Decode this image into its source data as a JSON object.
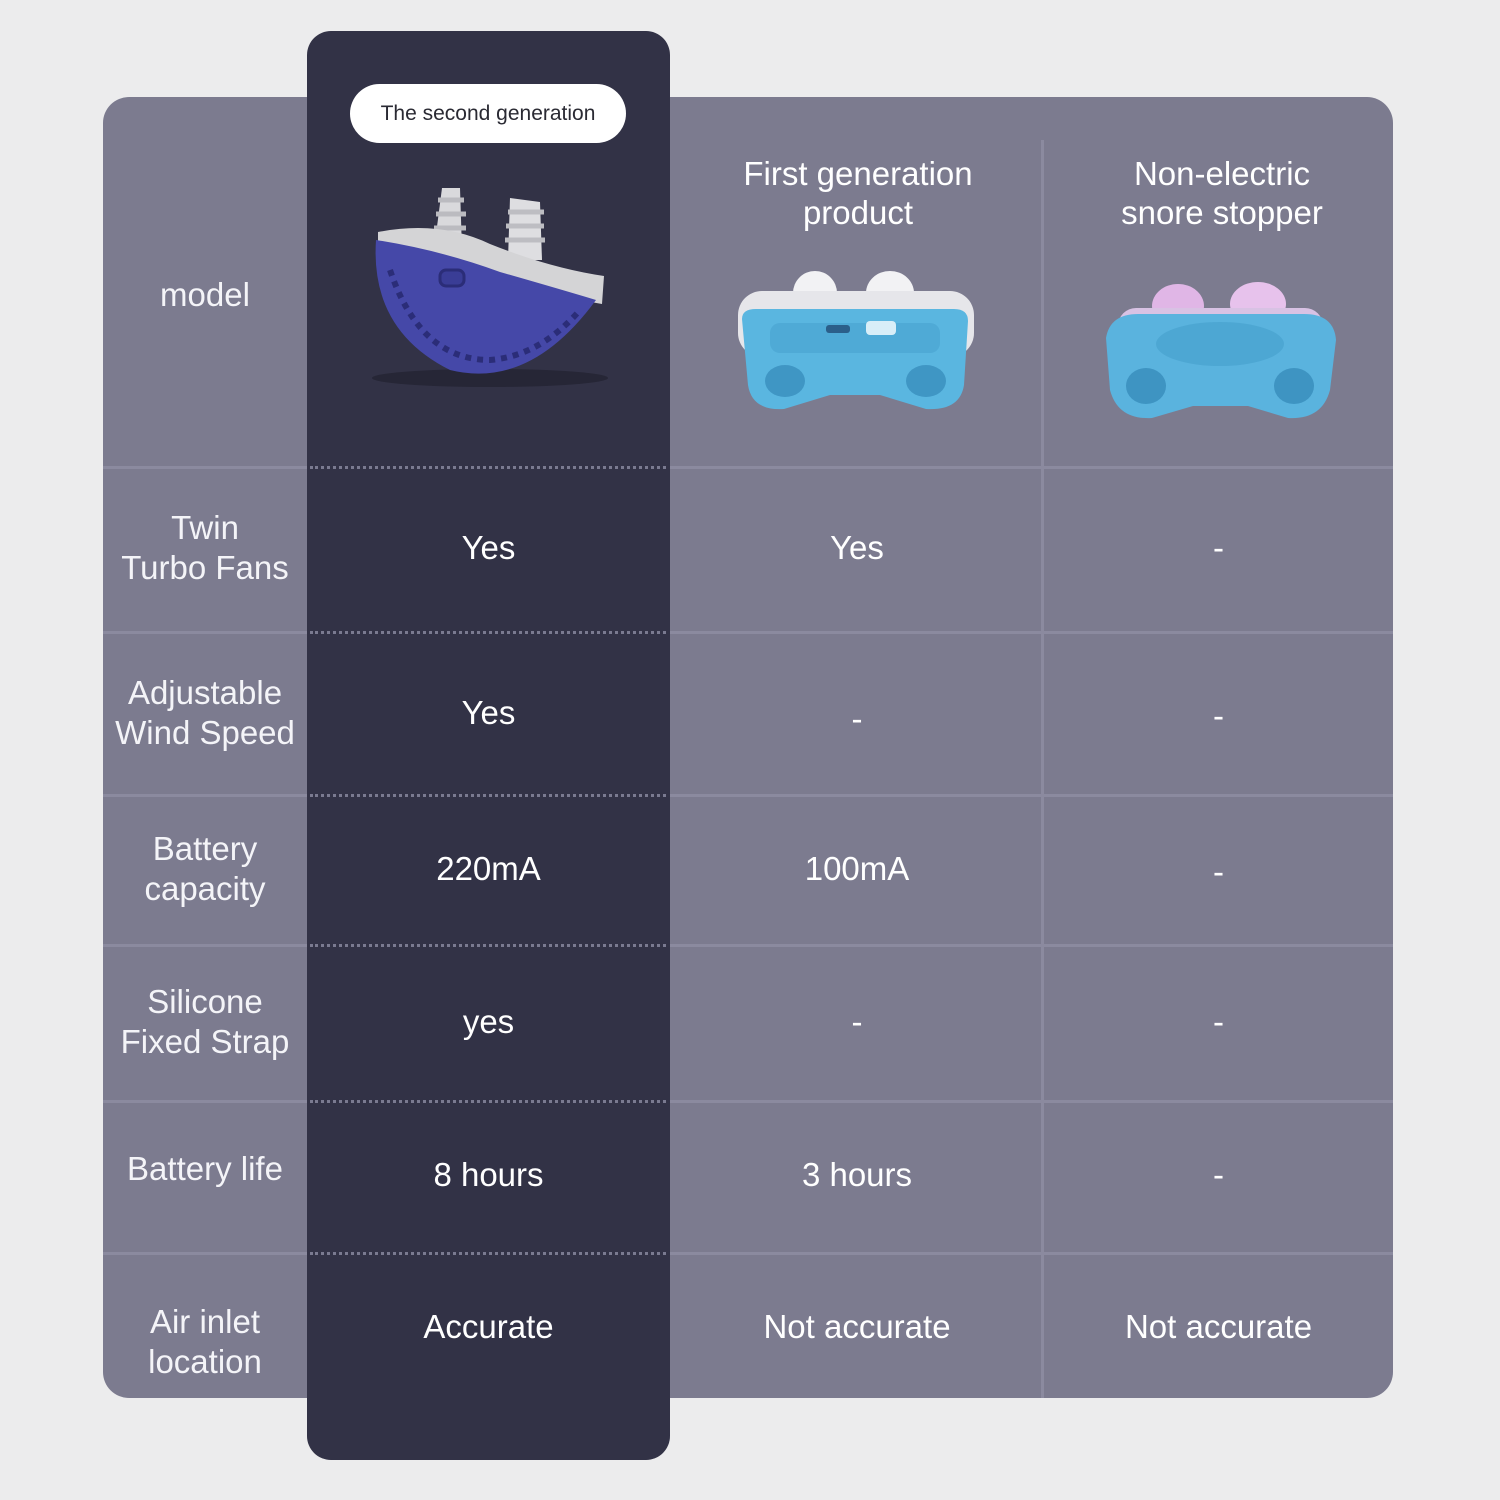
{
  "header": {
    "badge": "The second generation",
    "columns": [
      "First generation\nproduct",
      "Non-electric\nsnore stopper"
    ]
  },
  "rows": [
    {
      "label": "model"
    },
    {
      "label": "Twin\nTurbo Fans",
      "values": [
        "Yes",
        "Yes",
        "-"
      ]
    },
    {
      "label": "Adjustable\nWind Speed",
      "values": [
        "Yes",
        "-",
        "-"
      ]
    },
    {
      "label": "Battery\ncapacity",
      "values": [
        "220mA",
        "100mA",
        "-"
      ]
    },
    {
      "label": "Silicone\nFixed Strap",
      "values": [
        "yes",
        "-",
        "-"
      ]
    },
    {
      "label": "Battery life",
      "values": [
        "8 hours",
        "3 hours",
        "-"
      ]
    },
    {
      "label": "Air inlet\nlocation",
      "values": [
        "Accurate",
        "Not accurate",
        "Not accurate"
      ]
    }
  ],
  "images": {
    "col1": "nose-vent-device-navy",
    "col2": "nose-vent-device-blue-electric",
    "col3": "nose-vent-device-blue-pink"
  },
  "colors": {
    "background": "#ececed",
    "table": "#7c7b8f",
    "highlight_column": "#323246",
    "badge": "#ffffff"
  }
}
